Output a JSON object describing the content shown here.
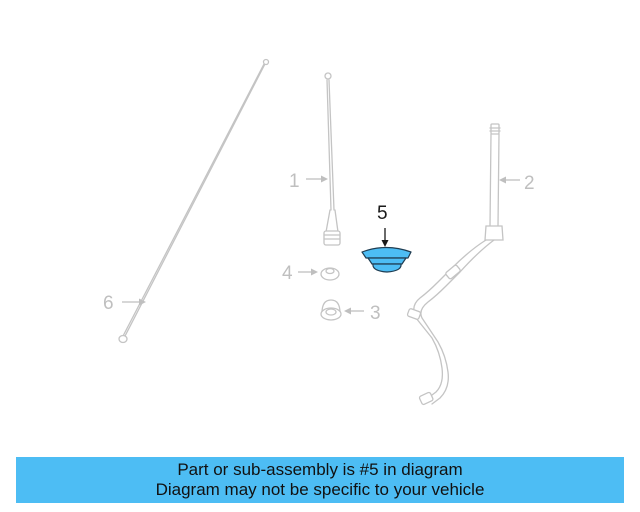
{
  "diagram": {
    "callouts": {
      "c1": "1",
      "c2": "2",
      "c3": "3",
      "c4": "4",
      "c5": "5",
      "c6": "6"
    },
    "highlight_color": "#4dbdf4",
    "highlighted_part": "5"
  },
  "banner": {
    "line1": "Part or sub-assembly is #5 in diagram",
    "line2": "Diagram may not be specific to your vehicle",
    "background": "#4dbdf4"
  }
}
